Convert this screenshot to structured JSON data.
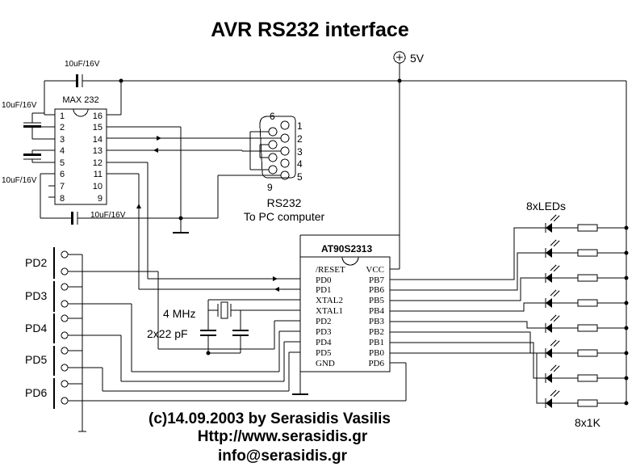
{
  "title": "AVR RS232 interface",
  "supply": {
    "label": "5V"
  },
  "max232": {
    "label": "MAX 232",
    "left_pins": [
      "1",
      "2",
      "3",
      "4",
      "5",
      "6",
      "7",
      "8"
    ],
    "right_pins": [
      "16",
      "15",
      "14",
      "13",
      "12",
      "11",
      "10",
      "9"
    ]
  },
  "capacitors": {
    "c_top": "10uF/16V",
    "c_left_upper": "10uF/16V",
    "c_left_lower": "10uF/16V",
    "c_bottom": "10uF/16V"
  },
  "db9": {
    "pins_right": [
      "1",
      "2",
      "3",
      "4",
      "5"
    ],
    "pin_top": "6",
    "pin_bottom": "9",
    "label": "RS232",
    "sublabel": "To PC computer"
  },
  "mcu": {
    "label": "AT90S2313",
    "left_pins": [
      "/RESET",
      "PD0",
      "PD1",
      "XTAL2",
      "XTAL1",
      "PD2",
      "PD3",
      "PD4",
      "PD5",
      "GND"
    ],
    "right_pins": [
      "VCC",
      "PB7",
      "PB6",
      "PB5",
      "PB4",
      "PB3",
      "PB2",
      "PB1",
      "PB0",
      "PD6"
    ]
  },
  "crystal": {
    "freq": "4 MHz",
    "caps": "2x22 pF"
  },
  "switches": [
    "PD2",
    "PD3",
    "PD4",
    "PD5",
    "PD6"
  ],
  "leds": {
    "label": "8xLEDs",
    "count": 8
  },
  "resistors": {
    "label": "8x1K",
    "count": 8
  },
  "credits": {
    "line1": "(c)14.09.2003 by Serasidis Vasilis",
    "line2": "Http://www.serasidis.gr",
    "line3": "info@serasidis.gr"
  }
}
